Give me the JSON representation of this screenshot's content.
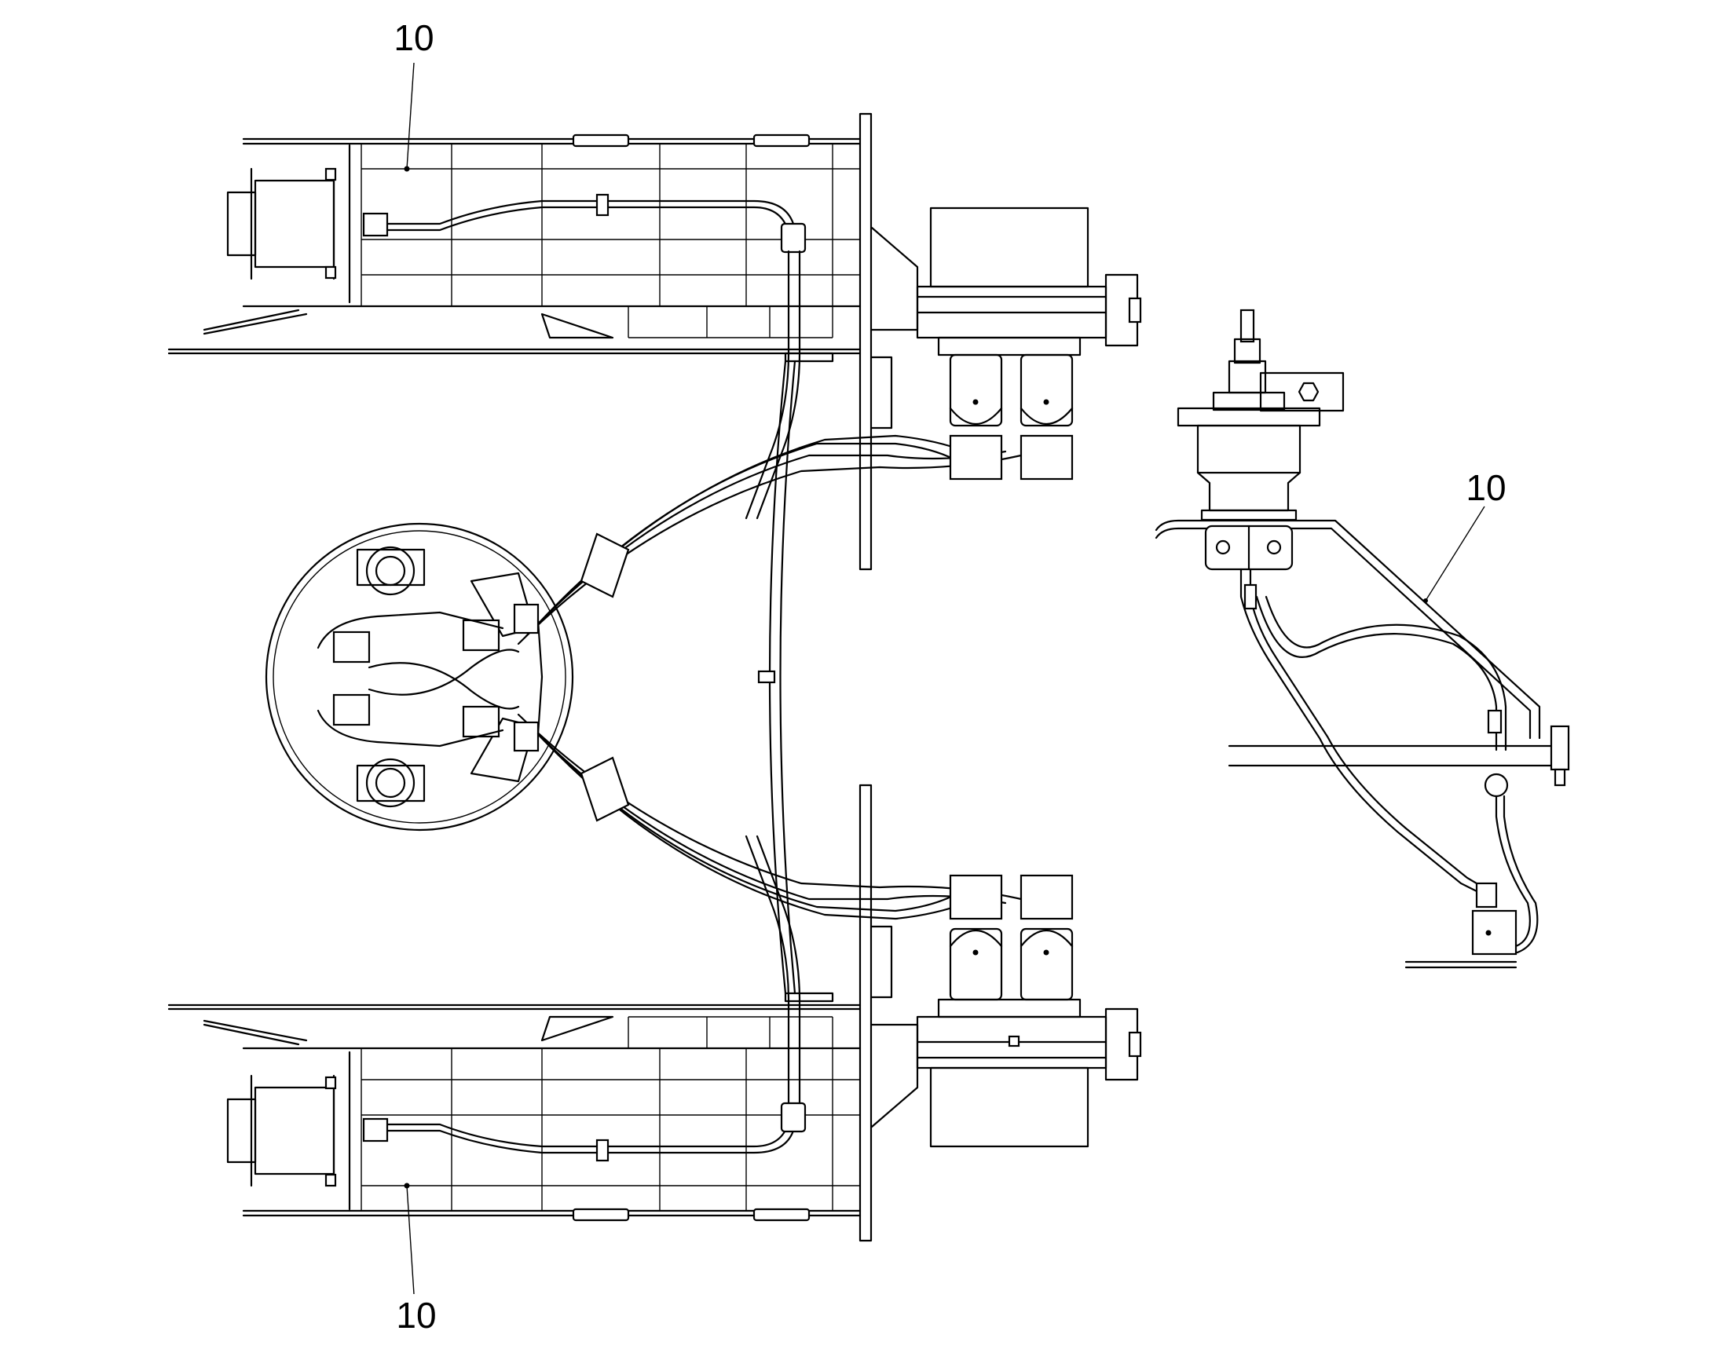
{
  "callouts": [
    {
      "id": "top-left",
      "label": "10"
    },
    {
      "id": "bottom-left",
      "label": "10"
    },
    {
      "id": "right-detail",
      "label": "10"
    }
  ],
  "colors": {
    "ink": "#000000",
    "paper": "#ffffff"
  }
}
